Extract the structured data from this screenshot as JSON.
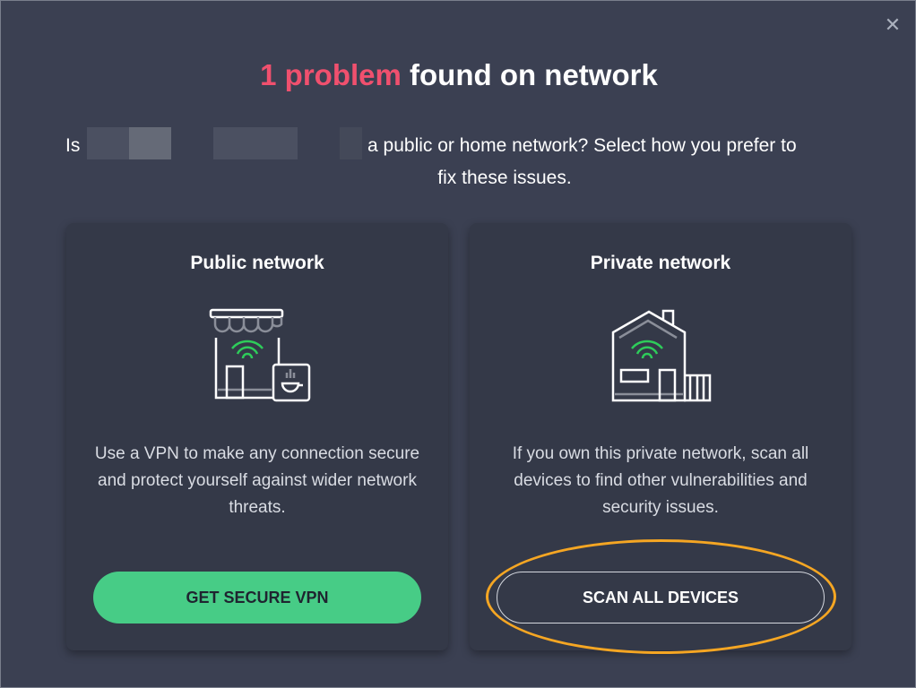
{
  "dialog": {
    "title_highlight": "1 problem",
    "title_rest": " found on network",
    "question_prefix": "Is",
    "question_line1": "a public or home network? Select how you prefer to",
    "question_line2": "fix these issues.",
    "close_icon": "close-icon"
  },
  "cards": [
    {
      "title": "Public network",
      "icon": "storefront-wifi-coffee-icon",
      "description": "Use a VPN to make any connection secure and protect yourself against wider network threats.",
      "button": "GET SECURE VPN"
    },
    {
      "title": "Private network",
      "icon": "house-wifi-icon",
      "description": "If you own this private network, scan all devices to find other vulnerabilities and security issues.",
      "button": "SCAN ALL DEVICES"
    }
  ],
  "colors": {
    "accent": "#f0506e",
    "vpn_button": "#47cc86",
    "highlight_ring": "#f5a623",
    "wifi": "#2ecc5a"
  }
}
